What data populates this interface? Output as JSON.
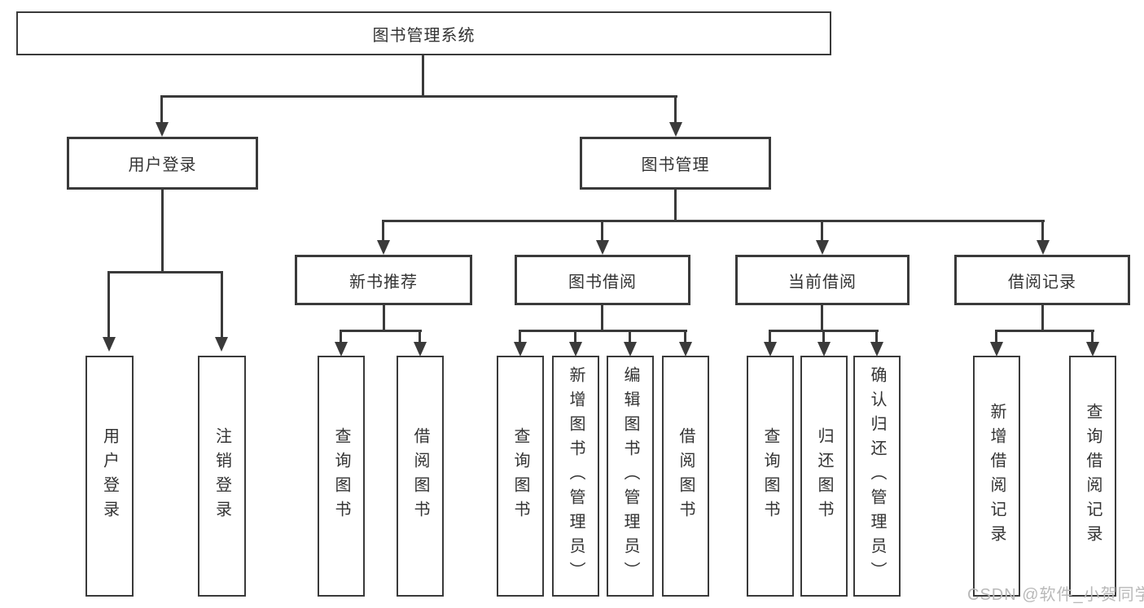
{
  "watermark": "CSDN @软件_小贺同学",
  "colors": {
    "line": "#3a3a3a",
    "text": "#333333",
    "watermark": "#b9b9b9"
  },
  "tree": {
    "root": {
      "label": "图书管理系统"
    },
    "branches": [
      {
        "label": "用户登录",
        "children": [
          {
            "label": "用户登录"
          },
          {
            "label": "注销登录"
          }
        ]
      },
      {
        "label": "图书管理",
        "children": [
          {
            "label": "新书推荐",
            "children": [
              {
                "label": "查询图书"
              },
              {
                "label": "借阅图书"
              }
            ]
          },
          {
            "label": "图书借阅",
            "children": [
              {
                "label": "查询图书"
              },
              {
                "label": "新增图书（管理员）"
              },
              {
                "label": "编辑图书（管理员）"
              },
              {
                "label": "借阅图书"
              }
            ]
          },
          {
            "label": "当前借阅",
            "children": [
              {
                "label": "查询图书"
              },
              {
                "label": "归还图书"
              },
              {
                "label": "确认归还（管理员）"
              }
            ]
          },
          {
            "label": "借阅记录",
            "children": [
              {
                "label": "新增借阅记录"
              },
              {
                "label": "查询借阅记录"
              }
            ]
          }
        ]
      }
    ]
  }
}
